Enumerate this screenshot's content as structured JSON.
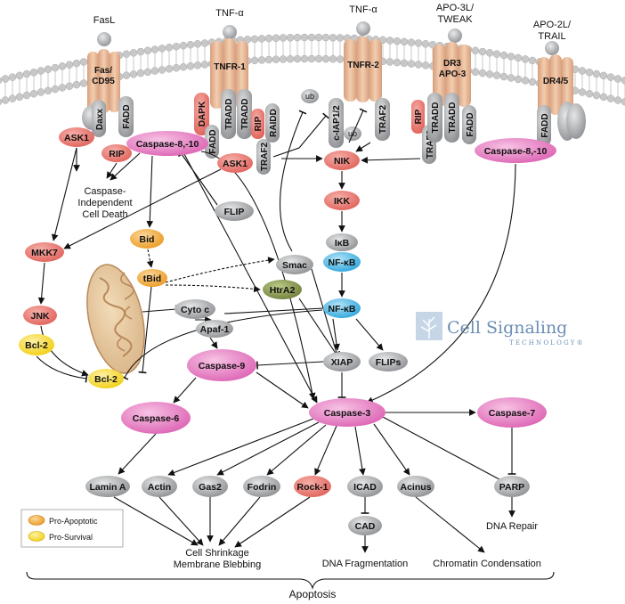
{
  "ligands": {
    "fasl": "FasL",
    "tnf1": "TNF-α",
    "tnf2": "TNF-α",
    "apo3l": [
      "APO-3L/",
      "TWEAK"
    ],
    "apo2l": [
      "APO-2L/",
      "TRAIL"
    ]
  },
  "receptors": {
    "fas": [
      "Fas/",
      "CD95"
    ],
    "tnfr1": "TNFR-1",
    "tnfr2": "TNFR-2",
    "dr3": [
      "DR3",
      "APO-3"
    ],
    "dr45": "DR4/5"
  },
  "adaptors": {
    "daxx": "Daxx",
    "fadd": "FADD",
    "dapk": "DAPK",
    "tradd": "TRADD",
    "rip": "RIP",
    "raidd": "RAIDD",
    "traf2": "TRAF2",
    "ciap": "c-IAP1/2",
    "ub": "ub"
  },
  "nodes": {
    "ask1": "ASK1",
    "rip": "RIP",
    "casp810": "Caspase-8,-10",
    "flip": "FLIP",
    "nik": "NIK",
    "ikk": "IKK",
    "ikb": "IκB",
    "nfkb": "NF-κB",
    "mkk7": "MKK7",
    "bid": "Bid",
    "tbid": "tBid",
    "smac": "Smac",
    "htra2": "HtrA2",
    "cytoc": "Cyto c",
    "jnk": "JNK",
    "bcl2": "Bcl-2",
    "apaf1": "Apaf-1",
    "casp9": "Caspase-9",
    "xiap": "XIAP",
    "flips": "FLIPs",
    "casp6": "Caspase-6",
    "casp3": "Caspase-3",
    "casp7": "Caspase-7",
    "lamina": "Lamin A",
    "actin": "Actin",
    "gas2": "Gas2",
    "fodrin": "Fodrin",
    "rock1": "Rock-1",
    "icad": "ICAD",
    "acinus": "Acinus",
    "parp": "PARP",
    "cad": "CAD"
  },
  "labels": {
    "caspase_independent": [
      "Caspase-",
      "Independent",
      "Cell Death"
    ],
    "cell_shrinkage": [
      "Cell Shrinkage",
      "Membrane Blebbing"
    ],
    "dna_fragmentation": "DNA Fragmentation",
    "chromatin_condensation": "Chromatin Condensation",
    "dna_repair": "DNA Repair",
    "apoptosis": "Apoptosis"
  },
  "legend": {
    "pro_apoptotic": "Pro-Apoptotic",
    "pro_survival": "Pro-Survival"
  },
  "logo": {
    "name": "Cell Signaling",
    "sub": "TECHNOLOGY®"
  },
  "colors": {
    "receptor": "#e8b896",
    "adaptor_gray": "#a9abae",
    "red_node": "#ec7d74",
    "magenta_caspase": "#ea86c8",
    "blue_nfkb": "#5ec1ec",
    "orange_pro_apoptotic": "#f0a93c",
    "yellow_pro_survival": "#f9dc2e",
    "green_htra2": "#8a9a52",
    "membrane_head": "#c5c5c5"
  }
}
